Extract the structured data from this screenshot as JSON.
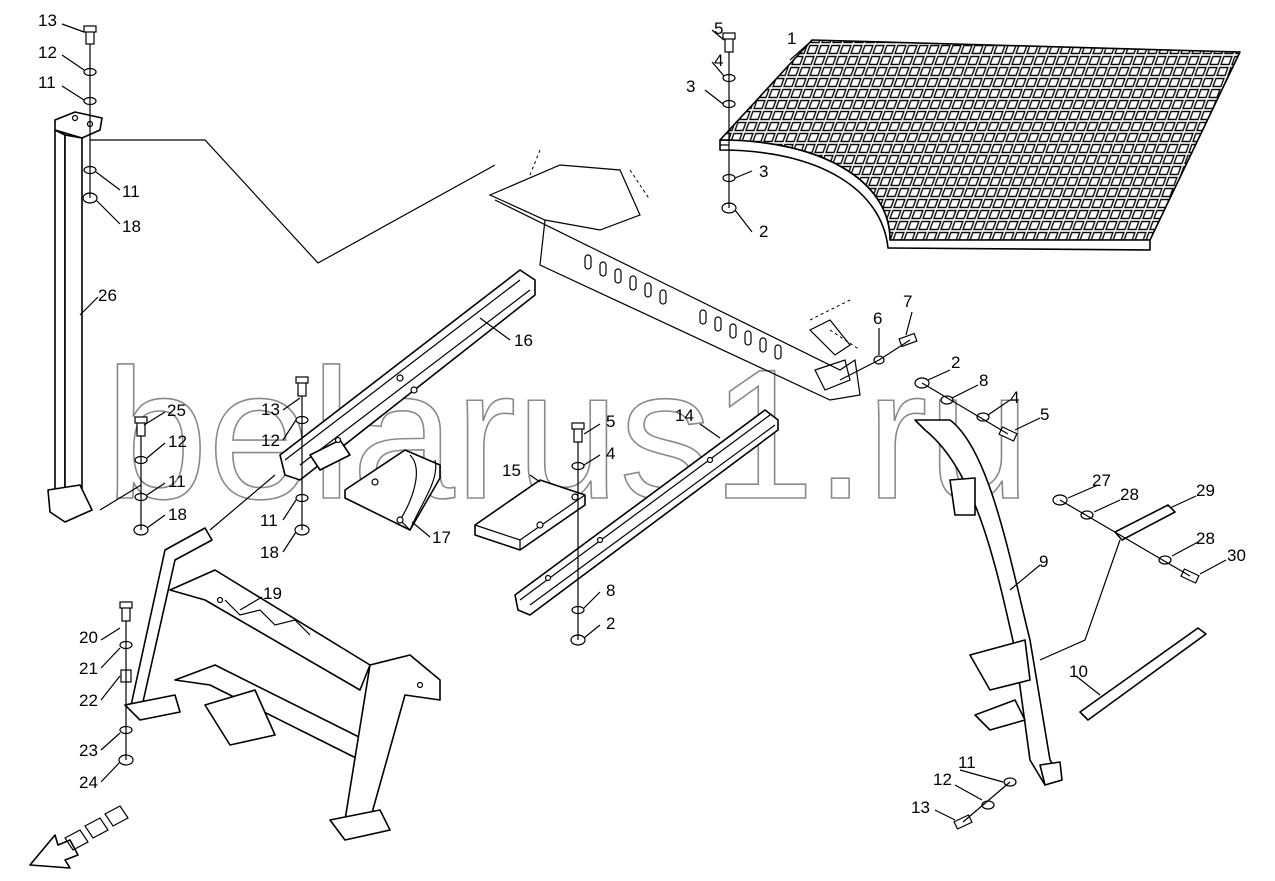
{
  "watermark": "belarus1.ru",
  "callouts": {
    "c1": "1",
    "c5a": "5",
    "c4a": "4",
    "c3a": "3",
    "c3b": "3",
    "c2a": "2",
    "c13a": "13",
    "c12a": "12",
    "c11a": "11",
    "c11b": "11",
    "c18a": "18",
    "c26": "26",
    "c16": "16",
    "c6": "6",
    "c7": "7",
    "c2b": "2",
    "c8a": "8",
    "c4b": "4",
    "c5b": "5",
    "c25": "25",
    "c13b": "13",
    "c12b": "12",
    "c12c": "12",
    "c11c": "11",
    "c18b": "18",
    "c11d": "11",
    "c18c": "18",
    "c17": "17",
    "c5c": "5",
    "c4c": "4",
    "c14": "14",
    "c15": "15",
    "c8b": "8",
    "c2c": "2",
    "c27": "27",
    "c28a": "28",
    "c29": "29",
    "c28b": "28",
    "c30": "30",
    "c9": "9",
    "c19": "19",
    "c20": "20",
    "c21": "21",
    "c22": "22",
    "c23": "23",
    "c24": "24",
    "c10": "10",
    "c11e": "11",
    "c12d": "12",
    "c13c": "13"
  },
  "colors": {
    "line": "#000000",
    "watermark": "#8a8a8a"
  }
}
